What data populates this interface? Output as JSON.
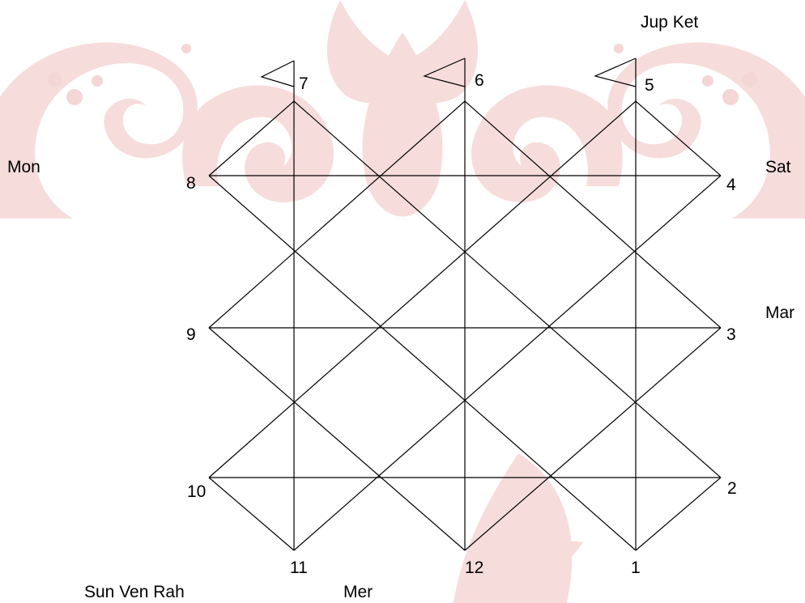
{
  "colors": {
    "background": "#ffffff",
    "watermark": "#f6dede",
    "lines": "#000000",
    "text": "#000000"
  },
  "house_numbers": {
    "h1": "1",
    "h2": "2",
    "h3": "3",
    "h4": "4",
    "h5": "5",
    "h6": "6",
    "h7": "7",
    "h8": "8",
    "h9": "9",
    "h10": "10",
    "h11": "11",
    "h12": "12"
  },
  "planets": {
    "top_right": "Jup Ket",
    "left_upper": "Mon",
    "right_upper": "Sat",
    "right_middle": "Mar",
    "bottom_left": "Sun Ven Rah",
    "bottom_middle": "Mer"
  }
}
